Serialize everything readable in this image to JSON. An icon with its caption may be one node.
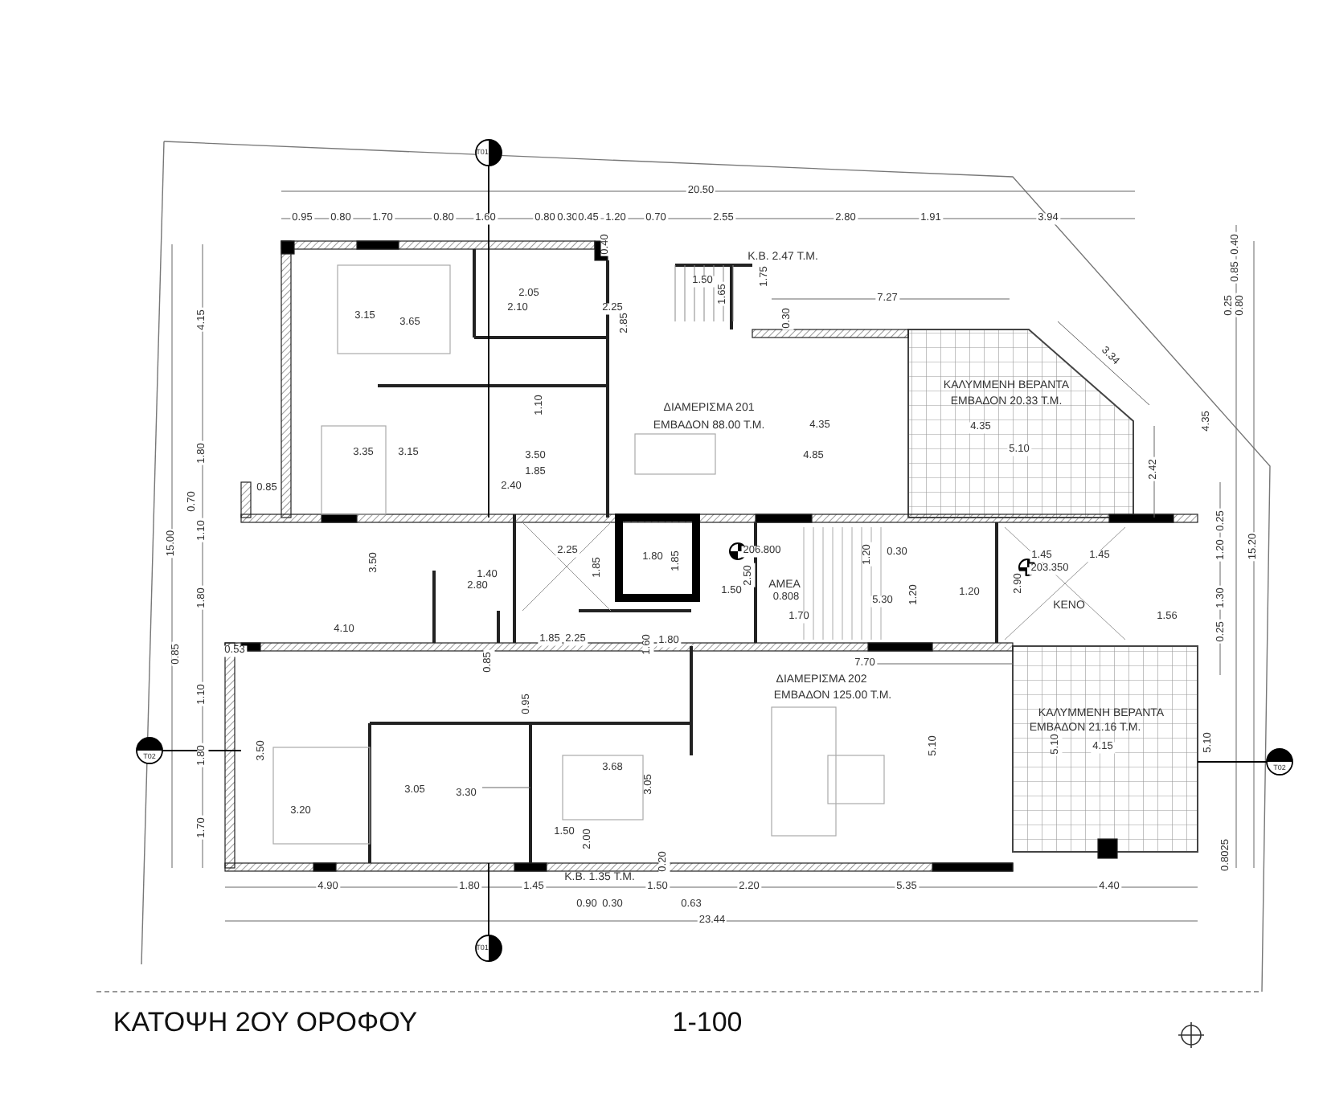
{
  "diagram": {
    "title": "ΚΑΤΟΨΗ 2ΟΥ ΟΡΟΦΟΥ",
    "labels": [
      "T01",
      "20.50",
      "0.95",
      "0.80",
      "1.70",
      "0.80",
      "1.60",
      "0.80",
      "0.30",
      "0.45",
      "1.20",
      "0.70",
      "2.55",
      "2.80",
      "1.91",
      "3.94",
      "0.40",
      "Κ.Β. 2.47 Τ.Μ.",
      "1.75",
      "1.50",
      "1.65",
      "7.27",
      "0.30",
      "2.05",
      "2.10",
      "2.25",
      "2.85",
      "3.15",
      "3.65",
      "4.15",
      "0.40",
      "0.85",
      "0.25",
      "0.80",
      "3.34",
      "ΚΑΛΥΜΜΕΝΗ ΒΕΡΑΝΤΑ",
      "ΕΜΒΑΔΟΝ 20.33 Τ.Μ.",
      "ΔΙΑΜΕΡΙΣΜΑ 201",
      "ΕΜΒΑΔΟΝ 88.00 Τ.Μ.",
      "1.10",
      "4.35",
      "4.35",
      "4.35",
      "1.80",
      "3.35",
      "3.15",
      "3.50",
      "4.85",
      "5.10",
      "2.42",
      "0.85",
      "2.40",
      "1.85",
      "0.70",
      "1.10",
      "15.00",
      "0.25",
      "1.20",
      "15.20",
      "2.25",
      "1.85",
      "1.80",
      "1.85",
      "206.800",
      "1.20",
      "0.30",
      "1.45",
      "1.45",
      "203.350",
      "1.40",
      "2.80",
      "3.50",
      "2.50",
      "1.50",
      "ΑΜΕΑ",
      "0.808",
      "1.70",
      "5.30",
      "1.20",
      "1.20",
      "2.90",
      "ΚΕΝΟ",
      "1.30",
      "0.25",
      "1.56",
      "1.80",
      "4.10",
      "1.85",
      "2.25",
      "1.60",
      "1.80",
      "0.85",
      "0.53",
      "0.85",
      "1.10",
      "0.95",
      "7.70",
      "ΔΙΑΜΕΡΙΣΜΑ 202",
      "ΕΜΒΑΔΟΝ 125.00 Τ.Μ.",
      "ΚΑΛΥΜΜΕΝΗ ΒΕΡΑΝΤΑ",
      "ΕΜΒΑΔΟΝ 21.16 Τ.Μ.",
      "T02",
      "1.80",
      "3.50",
      "5.10",
      "5.10",
      "4.15",
      "5.10",
      "T02",
      "3.68",
      "3.05",
      "3.05",
      "3.30",
      "3.20",
      "1.70",
      "1.50",
      "2.00",
      "Κ.Β. 1.35 Τ.Μ.",
      "0.20",
      "0.8025",
      "4.90",
      "1.80",
      "1.45",
      "1.50",
      "2.20",
      "5.35",
      "4.40",
      "0.90",
      "0.30",
      "0.63",
      "23.44",
      "T01",
      "1-100"
    ]
  }
}
